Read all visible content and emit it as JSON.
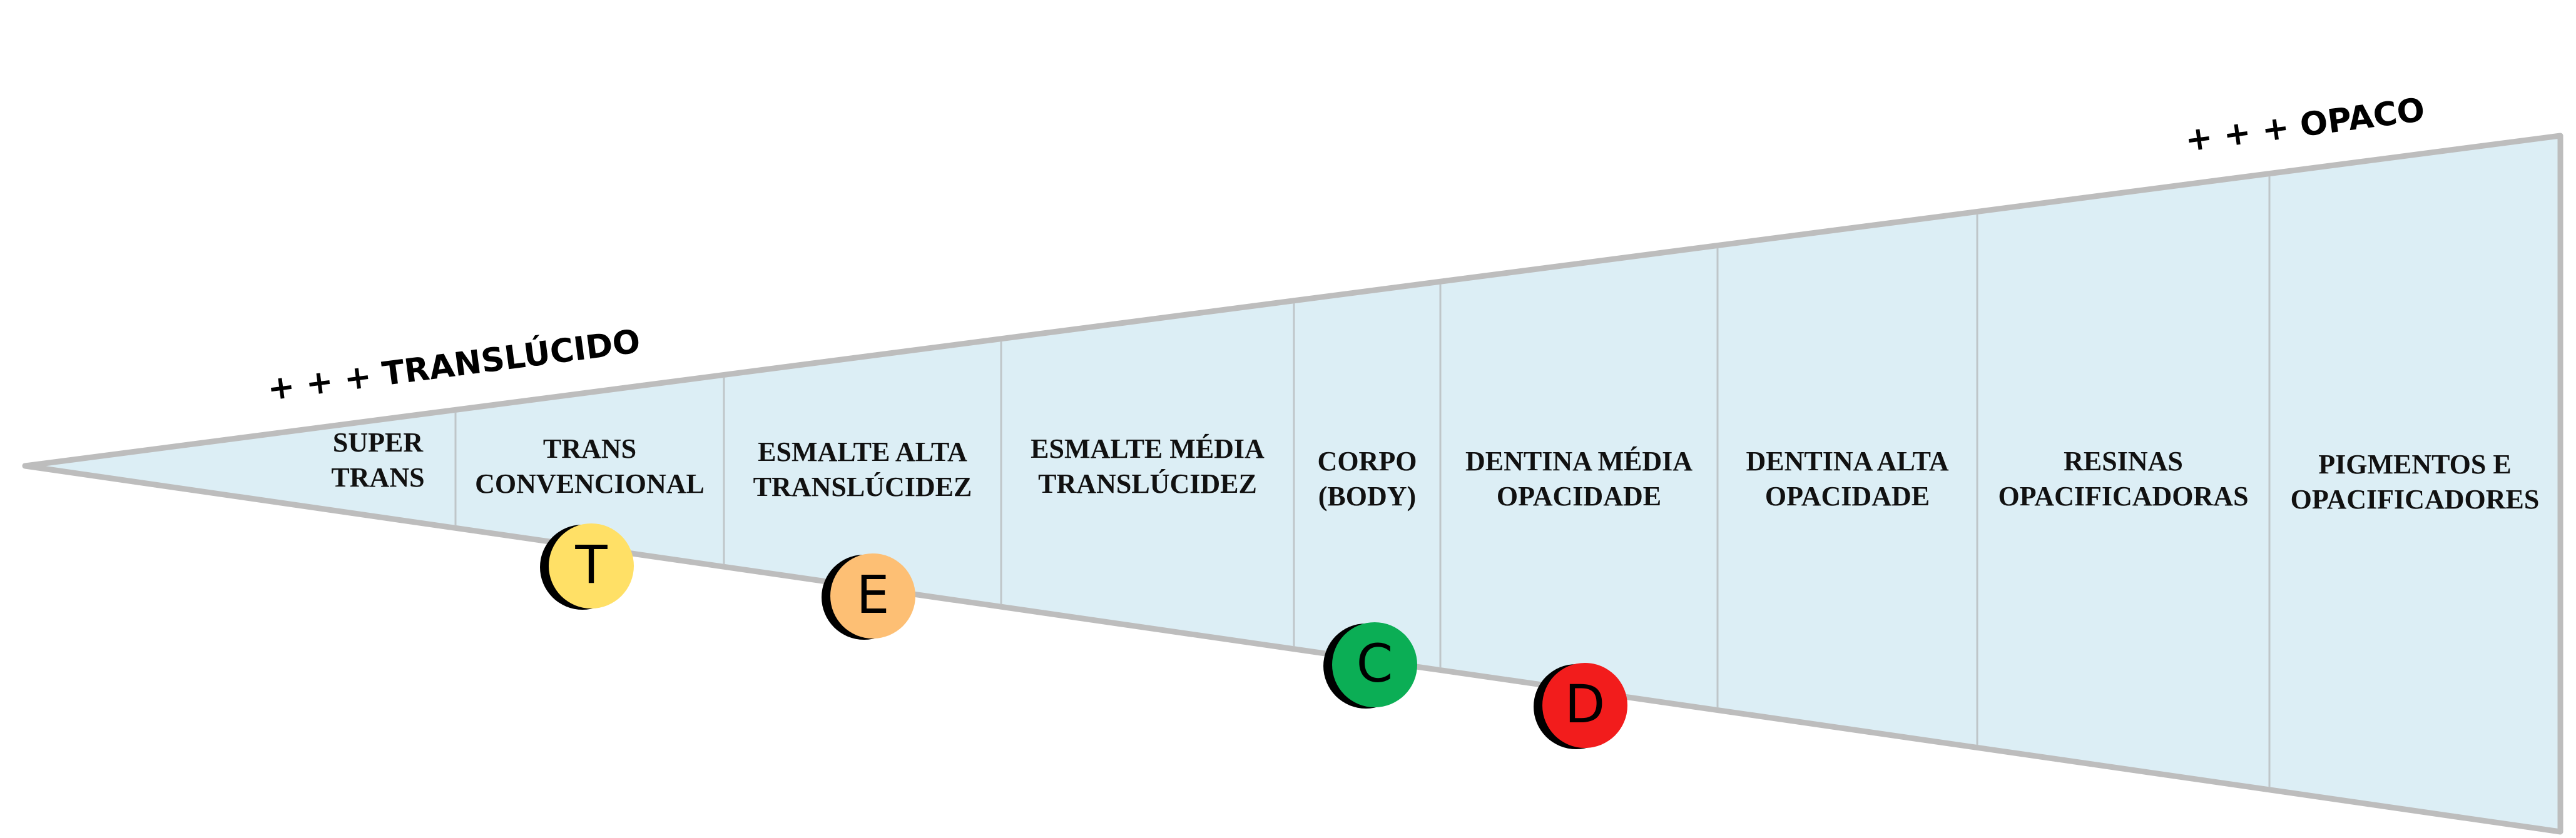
{
  "labels": {
    "translucent_end": "+ + + TRANSLÚCIDO",
    "opaque_end": "+ + + OPACO"
  },
  "columns": [
    {
      "lines": [
        "SUPER",
        "TRANS"
      ]
    },
    {
      "lines": [
        "TRANS",
        "CONVENCIONAL"
      ]
    },
    {
      "lines": [
        "ESMALTE ALTA",
        "TRANSLÚCIDEZ"
      ]
    },
    {
      "lines": [
        "ESMALTE MÉDIA",
        "TRANSLÚCIDEZ"
      ]
    },
    {
      "lines": [
        "CORPO",
        "(BODY)"
      ]
    },
    {
      "lines": [
        "DENTINA MÉDIA",
        "OPACIDADE"
      ]
    },
    {
      "lines": [
        "DENTINA ALTA",
        "OPACIDADE"
      ]
    },
    {
      "lines": [
        "RESINAS",
        "OPACIFICADORAS"
      ]
    },
    {
      "lines": [
        "PIGMENTOS E",
        "OPACIFICADORES"
      ]
    }
  ],
  "markers": [
    {
      "letter": "T",
      "color": "#FFE066",
      "column": 1
    },
    {
      "letter": "E",
      "color": "#FDBF74",
      "column": 2
    },
    {
      "letter": "C",
      "color": "#0BAE55",
      "column": 4
    },
    {
      "letter": "D",
      "color": "#F21C1C",
      "column": 5
    }
  ],
  "colors": {
    "fill": "#DCEEF5",
    "outline": "#BDBDBD",
    "divider": "#BFC6C9"
  }
}
